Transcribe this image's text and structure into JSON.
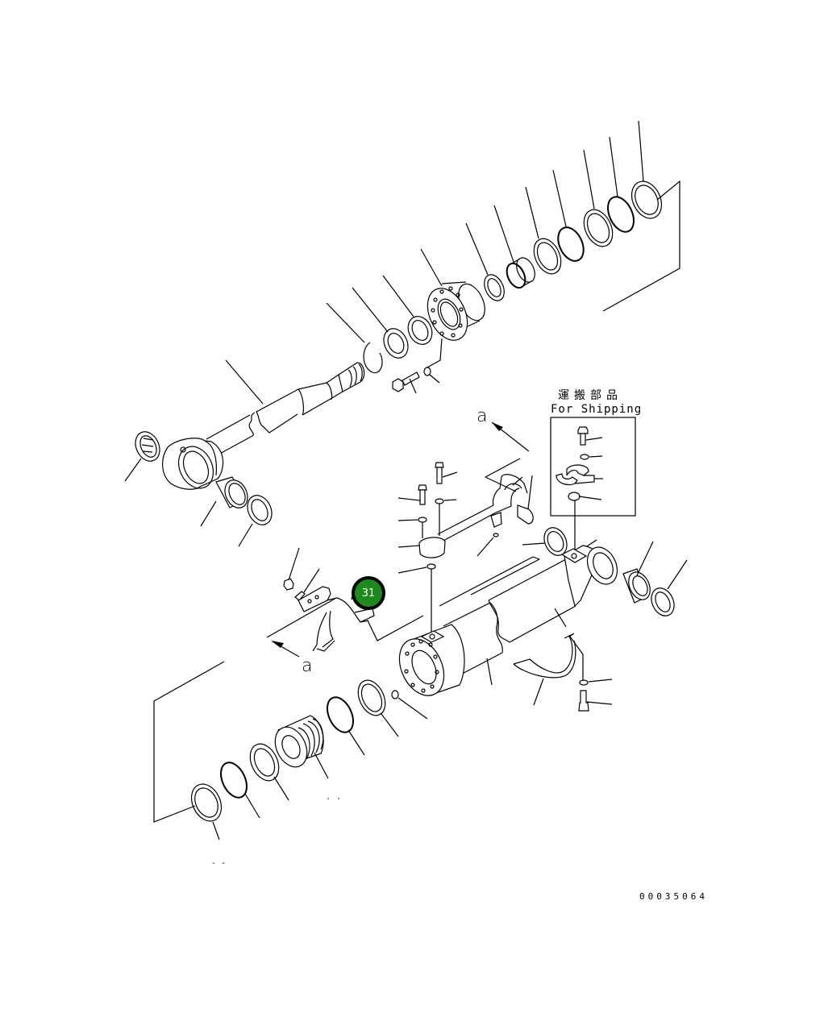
{
  "diagram": {
    "type": "exploded parts diagram (hydraulic cylinder)",
    "shipping_box": {
      "title_jp": "運搬部品",
      "title_en": "For Shipping"
    },
    "view_labels": [
      {
        "id": "a_upper",
        "text": "a"
      },
      {
        "id": "a_lower",
        "text": "a"
      }
    ],
    "callouts": [
      {
        "number": "31",
        "color": "#1e8a1e",
        "border_color": "#000000"
      }
    ],
    "drawing_number": "00035064",
    "bottom_fragment": "- -"
  }
}
